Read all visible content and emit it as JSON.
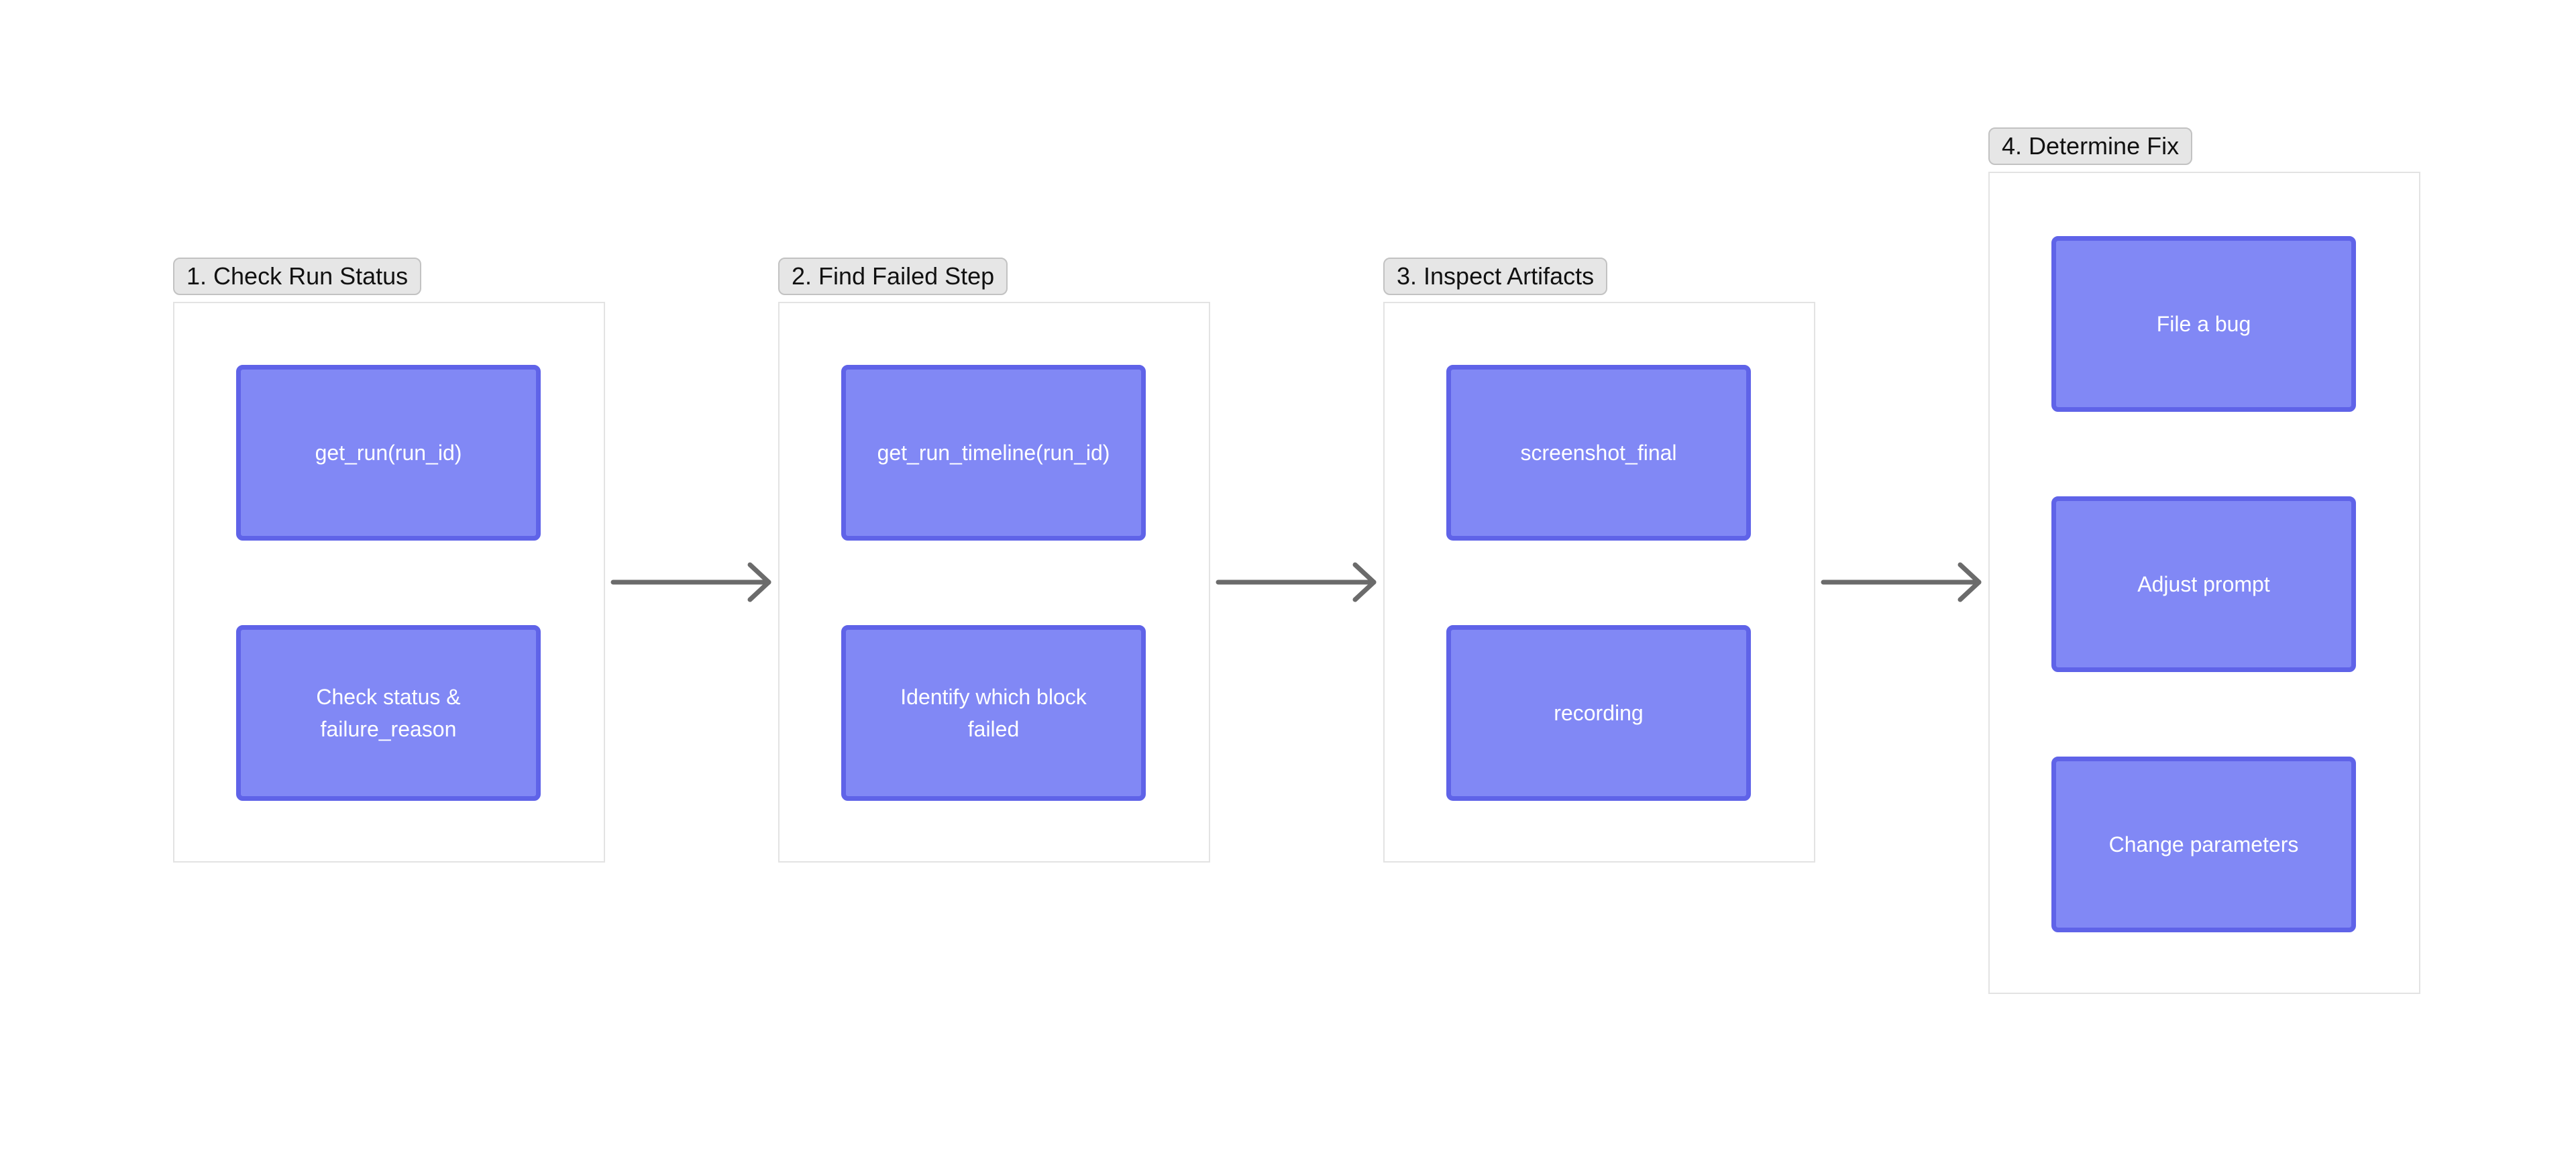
{
  "stages": [
    {
      "label": "1. Check Run Status",
      "nodes": [
        "get_run(run_id)",
        "Check status & failure_reason"
      ]
    },
    {
      "label": "2. Find Failed Step",
      "nodes": [
        "get_run_timeline(run_id)",
        "Identify which block failed"
      ]
    },
    {
      "label": "3. Inspect Artifacts",
      "nodes": [
        "screenshot_final",
        "recording"
      ]
    },
    {
      "label": "4. Determine Fix",
      "nodes": [
        "File a bug",
        "Adjust prompt",
        "Change parameters"
      ]
    }
  ],
  "colors": {
    "node_fill": "#8188f5",
    "node_border": "#5f63e8",
    "arrow": "#6b6b6b",
    "label_bg": "#e6e6e6"
  }
}
